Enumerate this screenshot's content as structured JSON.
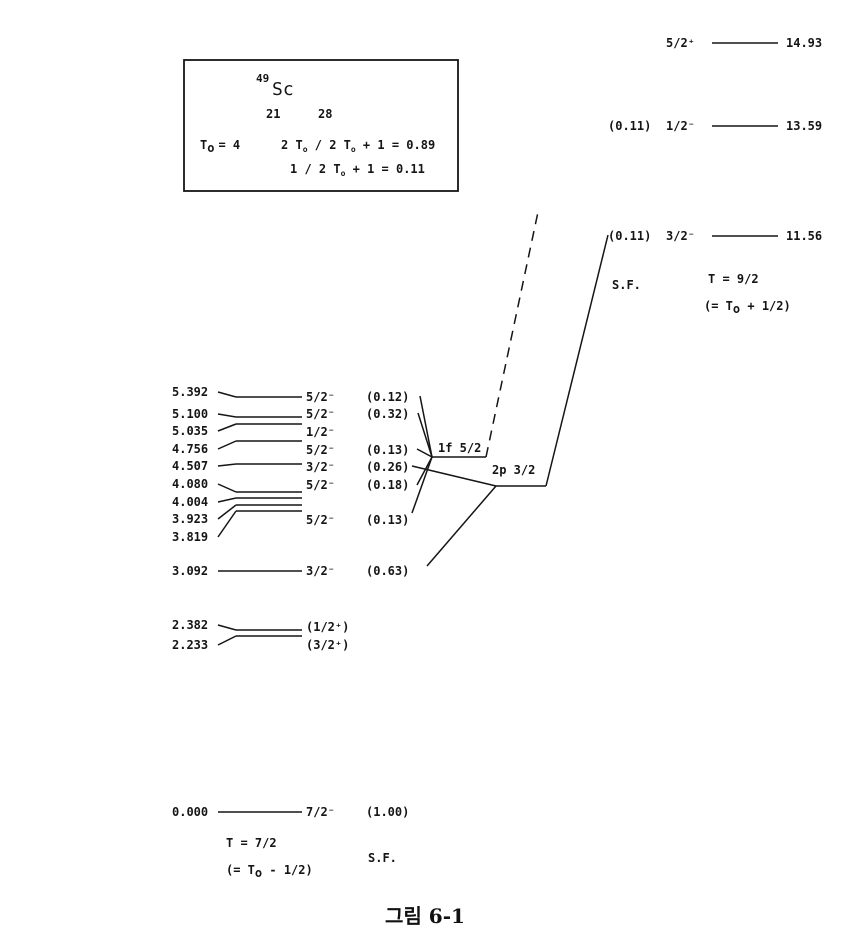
{
  "infobox": {
    "nucleus_mass": "49",
    "nucleus_symbol": "Sc",
    "proton_number": "21",
    "neutron_number": "28",
    "t0_label": "T",
    "t0_sub": "o",
    "t0_value": "= 4",
    "frac1": [
      "2 T",
      "o",
      " / 2 T",
      "o",
      " + 1 = 0.89"
    ],
    "frac2": [
      "1 /  2 T",
      "o",
      " + 1 = 0.11"
    ]
  },
  "levels": [
    {
      "energy": "5.392",
      "jpi": "5/2⁻",
      "sf": "(0.12)"
    },
    {
      "energy": "5.100",
      "jpi": "5/2⁻",
      "sf": "(0.32)"
    },
    {
      "energy": "5.035",
      "jpi": "1/2⁻",
      "sf": ""
    },
    {
      "energy": "4.756",
      "jpi": "5/2⁻",
      "sf": "(0.13)"
    },
    {
      "energy": "4.507",
      "jpi": "3/2⁻",
      "sf": "(0.26)"
    },
    {
      "energy": "4.080",
      "jpi": "5/2⁻",
      "sf": "(0.18)"
    },
    {
      "energy": "4.004",
      "jpi": "",
      "sf": ""
    },
    {
      "energy": "3.923",
      "jpi": "5/2⁻",
      "sf": "(0.13)"
    },
    {
      "energy": "3.819",
      "jpi": "",
      "sf": ""
    },
    {
      "energy": "3.092",
      "jpi": "3/2⁻",
      "sf": "(0.63)"
    },
    {
      "energy": "2.382",
      "jpi": "(1/2⁺)",
      "sf": ""
    },
    {
      "energy": "2.233",
      "jpi": "(3/2⁺)",
      "sf": ""
    },
    {
      "energy": "0.000",
      "jpi": "7/2⁻",
      "sf": "(1.00)"
    }
  ],
  "ground_state": {
    "t_label": "T = 7/2",
    "t_rel": [
      "(= T",
      "o",
      " - 1/2)"
    ],
    "sf_label": "S.F."
  },
  "orbitals": {
    "f52": "1f 5/2",
    "p32": "2p 3/2"
  },
  "analog_states": [
    {
      "energy": "14.93",
      "jpi": "5/2⁺",
      "sf": ""
    },
    {
      "energy": "13.59",
      "jpi": "1/2⁻",
      "sf": "(0.11)"
    },
    {
      "energy": "11.56",
      "jpi": "3/2⁻",
      "sf": "(0.11)"
    }
  ],
  "upper_labels": {
    "sf_label": "S.F.",
    "t_label": "T = 9/2",
    "t_rel": [
      "(= T",
      "o",
      " + 1/2)"
    ]
  },
  "caption": "그림 6-1"
}
